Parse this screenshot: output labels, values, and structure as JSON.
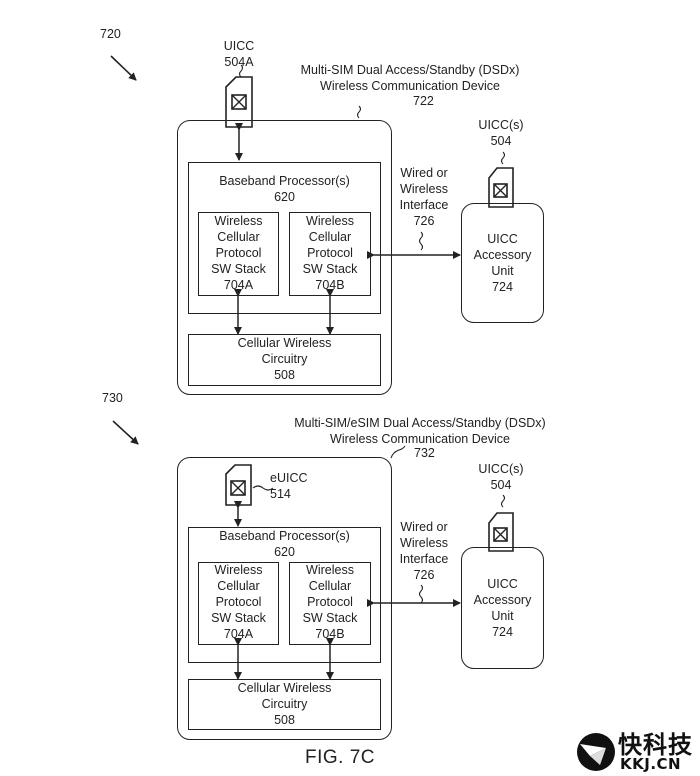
{
  "figure_label": "FIG. 7C",
  "watermark": {
    "cn": "快科技",
    "en": "KKJ.CN"
  },
  "diagrams": [
    {
      "ref": "720",
      "device_title": "Multi-SIM Dual Access/Standby (DSDx)\nWireless Communication Device",
      "device_ref": "722",
      "sim_label": "UICC\n504A",
      "baseband_label": "Baseband Processor(s)\n620",
      "stack_a": "Wireless\nCellular\nProtocol\nSW Stack\n704A",
      "stack_b": "Wireless\nCellular\nProtocol\nSW Stack\n704B",
      "circuitry": "Cellular Wireless\nCircuitry\n508",
      "interface": "Wired or\nWireless\nInterface\n726",
      "accessory_sim": "UICC(s)\n504",
      "accessory": "UICC\nAccessory\nUnit\n724"
    },
    {
      "ref": "730",
      "device_title": "Multi-SIM/eSIM Dual Access/Standby (DSDx)\nWireless Communication Device",
      "device_ref": "732",
      "sim_label": "eUICC\n514",
      "baseband_label": "Baseband Processor(s)\n620",
      "stack_a": "Wireless\nCellular\nProtocol\nSW Stack\n704A",
      "stack_b": "Wireless\nCellular\nProtocol\nSW Stack\n704B",
      "circuitry": "Cellular Wireless\nCircuitry\n508",
      "interface": "Wired or\nWireless\nInterface\n726",
      "accessory_sim": "UICC(s)\n504",
      "accessory": "UICC\nAccessory\nUnit\n724"
    }
  ]
}
